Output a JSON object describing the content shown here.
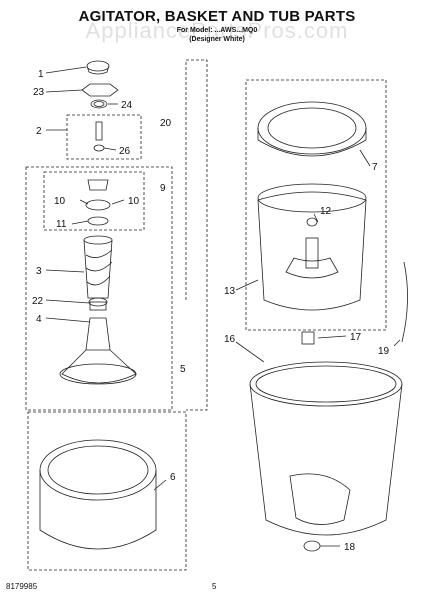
{
  "header": {
    "title": "AGITATOR, BASKET AND TUB PARTS",
    "model_line": "For Model: ...AWS...MQ0",
    "designer": "(Designer White)",
    "watermark": "AppliancePartsPros.com"
  },
  "footer": {
    "doc_number": "8179985",
    "page": "5"
  },
  "callouts": [
    "1",
    "23",
    "24",
    "2",
    "26",
    "20",
    "9",
    "10",
    "10",
    "11",
    "3",
    "22",
    "4",
    "5",
    "6",
    "7",
    "12",
    "13",
    "16",
    "17",
    "19",
    "18"
  ]
}
